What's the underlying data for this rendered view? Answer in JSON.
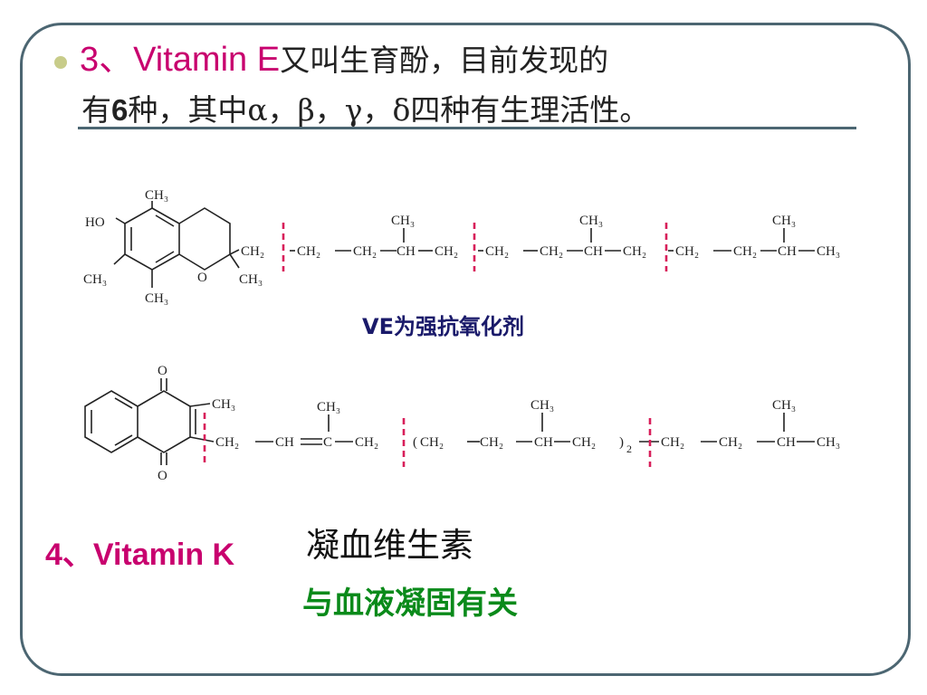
{
  "section3": {
    "number": "3、",
    "title": "Vitamin E",
    "text1": "又叫生育酚，目前发现的",
    "text2a": "有",
    "count": "6",
    "text2b": "种，其中",
    "alpha": "α",
    "beta": "β",
    "gamma": "γ",
    "delta": "δ",
    "sep": "，",
    "text2c": "四种有生理活性。"
  },
  "structure_ve": {
    "atoms": {
      "ho": "HO",
      "ch3": "CH₃",
      "ch2": "CH₂",
      "ch": "CH",
      "o": "O"
    },
    "caption": "VE为强抗氧化剂"
  },
  "structure_vk": {
    "atoms": {
      "o": "O",
      "ch3": "CH₃",
      "ch2": "CH₂",
      "ch": "CH",
      "c": "C",
      "open": "(",
      "close": ")",
      "sub2": "2"
    }
  },
  "section4": {
    "label": "4、Vitamin K",
    "name": "凝血维生素",
    "note": "与血液凝固有关"
  },
  "colors": {
    "accent_magenta": "#c8006e",
    "frame": "#4c6672",
    "bullet": "#c8cc8a",
    "note_green": "#0a8a1a",
    "divider_red": "#d81e5a"
  }
}
